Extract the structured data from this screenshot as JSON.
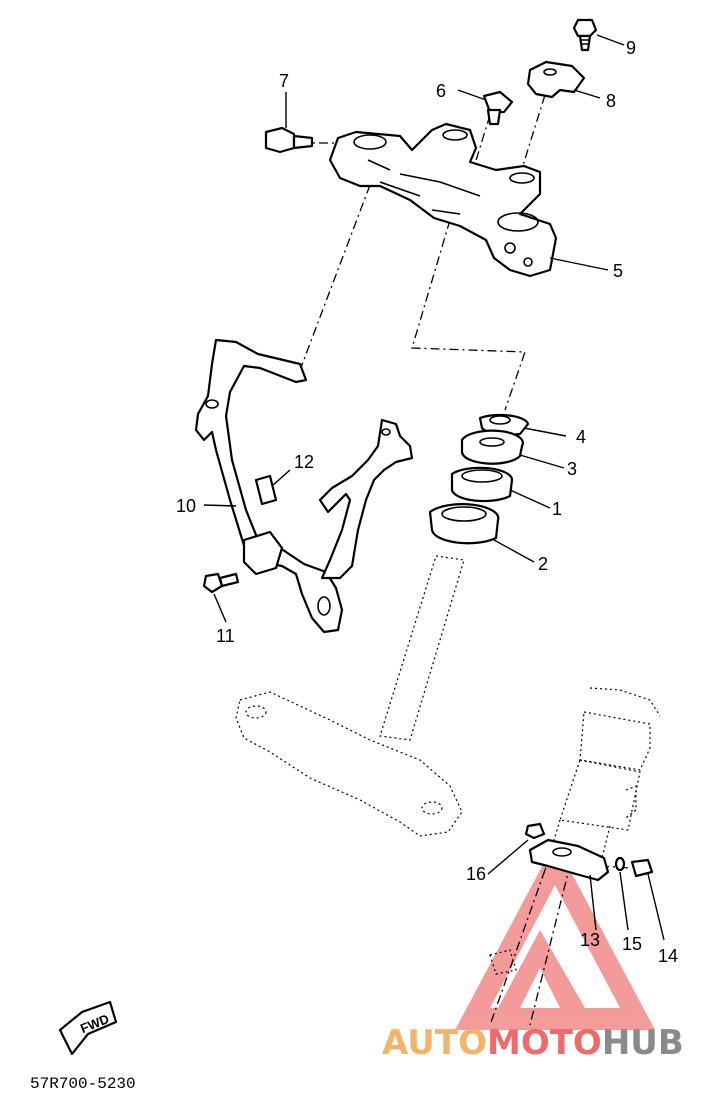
{
  "callouts": {
    "c1": "1",
    "c2": "2",
    "c3": "3",
    "c4": "4",
    "c5": "5",
    "c6": "6",
    "c7": "7",
    "c8": "8",
    "c9": "9",
    "c10": "10",
    "c11": "11",
    "c12": "12",
    "c13": "13",
    "c14": "14",
    "c15": "15",
    "c16": "16"
  },
  "fwd_label": "FWD",
  "drawing_code": "57R700-5230",
  "watermark": {
    "part1": "AUTO",
    "part2": "MOTO",
    "part3": "HUB",
    "colors": {
      "auto": "#f2b46a",
      "moto": "#ee6b6b",
      "hub": "#8a8a8a",
      "logo": "#f28a8a"
    }
  }
}
